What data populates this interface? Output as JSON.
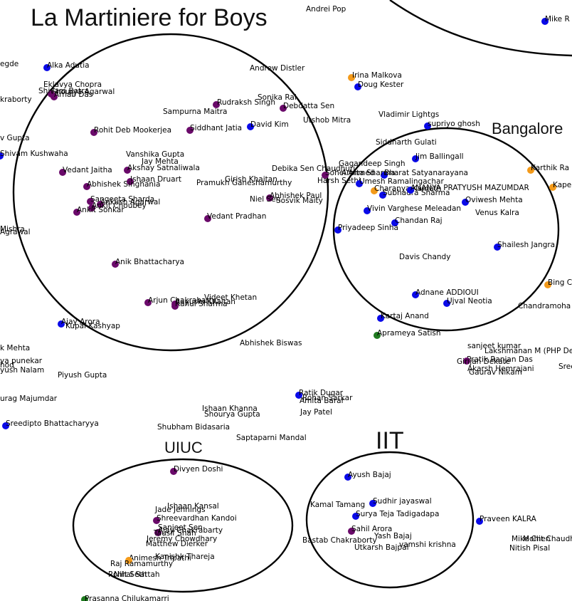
{
  "legend_colors": {
    "purple": "#6a0a6a",
    "blue": "#0a0ae8",
    "orange": "#f39a1a",
    "green": "#1f7a1f"
  },
  "groups": [
    {
      "id": "lamartiniere",
      "title": "La Martiniere for Boys"
    },
    {
      "id": "bangalore",
      "title": "Bangalore"
    },
    {
      "id": "iit",
      "title": "IIT"
    },
    {
      "id": "uiuc",
      "title": "UIUC"
    },
    {
      "id": "top-right",
      "title": ""
    }
  ],
  "people": [
    {
      "name": "Andrei Pop",
      "color": ""
    },
    {
      "name": "Mike R",
      "color": "blue"
    },
    {
      "name": "egde",
      "color": ""
    },
    {
      "name": "Alka Adutia",
      "color": "blue"
    },
    {
      "name": "Andrew Distler",
      "color": ""
    },
    {
      "name": "Irina Malkova",
      "color": "orange"
    },
    {
      "name": "Doug Kester",
      "color": "blue"
    },
    {
      "name": "Eklavya Chopra",
      "color": ""
    },
    {
      "name": "Shourya Agarwal",
      "color": "purple"
    },
    {
      "name": "Shivam Batra",
      "color": ""
    },
    {
      "name": "Arnab Das",
      "color": "purple"
    },
    {
      "name": "kraborty",
      "color": ""
    },
    {
      "name": "Sonika Rai",
      "color": ""
    },
    {
      "name": "Rudraksh Singh",
      "color": "purple"
    },
    {
      "name": "Debdatta Sen",
      "color": "purple"
    },
    {
      "name": "Sampurna Maitra",
      "color": ""
    },
    {
      "name": "Utshob Mitra",
      "color": ""
    },
    {
      "name": "Vladimir Lightgs",
      "color": ""
    },
    {
      "name": "David Kim",
      "color": "blue"
    },
    {
      "name": "Siddhant Jatia",
      "color": "purple"
    },
    {
      "name": "supriyo ghosh",
      "color": "blue"
    },
    {
      "name": "Rohit Deb Mookerjea",
      "color": "purple"
    },
    {
      "name": "v Gupta",
      "color": ""
    },
    {
      "name": "Siddharth Gulati",
      "color": ""
    },
    {
      "name": "Shivam Kushwaha",
      "color": "blue"
    },
    {
      "name": "Vanshika Gupta",
      "color": ""
    },
    {
      "name": "Jim Ballingall",
      "color": "blue"
    },
    {
      "name": "Jay Mehta",
      "color": ""
    },
    {
      "name": "Gagandeep Singh",
      "color": ""
    },
    {
      "name": "Karthik Ra",
      "color": "orange"
    },
    {
      "name": "Vedant Jaitha",
      "color": "purple"
    },
    {
      "name": "Akshay Satnaliwala",
      "color": "purple"
    },
    {
      "name": "Debika Sen Chaudhuri",
      "color": ""
    },
    {
      "name": "Sohel Ahmed",
      "color": "purple"
    },
    {
      "name": "Bharat Satyanarayana",
      "color": "blue"
    },
    {
      "name": "Arpita Sharma",
      "color": ""
    },
    {
      "name": "Ishaan Druart",
      "color": "purple"
    },
    {
      "name": "Girish Khaitan",
      "color": ""
    },
    {
      "name": "Harsh Sethi",
      "color": ""
    },
    {
      "name": "Abhishek Singhania",
      "color": "purple"
    },
    {
      "name": "Pramukh Ganeshamurthy",
      "color": ""
    },
    {
      "name": "Umesh Ramalingachar",
      "color": "blue"
    },
    {
      "name": "Kape",
      "color": "orange"
    },
    {
      "name": "Charanya Kamath",
      "color": "orange"
    },
    {
      "name": "Subhadra Sharma",
      "color": "blue"
    },
    {
      "name": "ANANYA PRATYUSH MAZUMDAR",
      "color": "blue"
    },
    {
      "name": "Sangeeta Sharda",
      "color": "purple"
    },
    {
      "name": "Abhishek Paul",
      "color": "purple"
    },
    {
      "name": "Ankush Agarwal",
      "color": "purple"
    },
    {
      "name": "Niel Sen",
      "color": ""
    },
    {
      "name": "Sosvik Maity",
      "color": ""
    },
    {
      "name": "Oviwesh Mehta",
      "color": "blue"
    },
    {
      "name": "Ankit Choubey",
      "color": "purple"
    },
    {
      "name": "Ankit Sonkar",
      "color": "purple"
    },
    {
      "name": "Vivin Varghese Meleadan",
      "color": "blue"
    },
    {
      "name": "Venus Kalra",
      "color": ""
    },
    {
      "name": "Vedant Pradhan",
      "color": "purple"
    },
    {
      "name": "Chandan Raj",
      "color": "blue"
    },
    {
      "name": "Mishra",
      "color": ""
    },
    {
      "name": "Agrawal",
      "color": ""
    },
    {
      "name": "Priyadeep Sinha",
      "color": "blue"
    },
    {
      "name": "Shailesh Jangra",
      "color": "blue"
    },
    {
      "name": "Davis Chandy",
      "color": ""
    },
    {
      "name": "Anik Bhattacharya",
      "color": "purple"
    },
    {
      "name": "Bing C",
      "color": "orange"
    },
    {
      "name": "Adnane ADDIOUI",
      "color": "blue"
    },
    {
      "name": "Videet Khetan",
      "color": ""
    },
    {
      "name": "Arjun Chakrabarty",
      "color": "purple"
    },
    {
      "name": "Aayushi Khaitan",
      "color": "purple"
    },
    {
      "name": "Rahul Sharma",
      "color": "purple"
    },
    {
      "name": "Ujval Neotia",
      "color": "blue"
    },
    {
      "name": "Chandramoha",
      "color": ""
    },
    {
      "name": "Ajay Arora",
      "color": "blue"
    },
    {
      "name": "Kupal Kashyap",
      "color": ""
    },
    {
      "name": "Kartaj Anand",
      "color": "blue"
    },
    {
      "name": "Aprameya Satish",
      "color": "green"
    },
    {
      "name": "Abhishek Biswas",
      "color": ""
    },
    {
      "name": "k Mehta",
      "color": ""
    },
    {
      "name": "sanjeet kumar",
      "color": ""
    },
    {
      "name": "Lakshmanan M (PHP De",
      "color": ""
    },
    {
      "name": "ya punekar",
      "color": ""
    },
    {
      "name": "hod",
      "color": ""
    },
    {
      "name": "Pratik Ranjan Das",
      "color": ""
    },
    {
      "name": "Girijan Dekate",
      "color": "purple"
    },
    {
      "name": "Sree",
      "color": ""
    },
    {
      "name": "yush Nalam",
      "color": ""
    },
    {
      "name": "Akarsh Hemrajani",
      "color": ""
    },
    {
      "name": "Gaurav Nikam",
      "color": ""
    },
    {
      "name": "Piyush Gupta",
      "color": ""
    },
    {
      "name": "Ratik Dugar",
      "color": "blue"
    },
    {
      "name": "Rohan Sarkar",
      "color": ""
    },
    {
      "name": "Amita Barar",
      "color": ""
    },
    {
      "name": "urag Majumdar",
      "color": ""
    },
    {
      "name": "Ishaan Khanna",
      "color": ""
    },
    {
      "name": "Shourya Gupta",
      "color": ""
    },
    {
      "name": "Jay Patel",
      "color": ""
    },
    {
      "name": "Sreedipto Bhattacharyya",
      "color": "blue"
    },
    {
      "name": "Shubham Bidasaria",
      "color": ""
    },
    {
      "name": "Saptaparni Mandal",
      "color": ""
    },
    {
      "name": "Divyen Doshi",
      "color": "purple"
    },
    {
      "name": "Ayush Bajaj",
      "color": "blue"
    },
    {
      "name": "Ishaan Kansal",
      "color": ""
    },
    {
      "name": "Jade Jennings",
      "color": ""
    },
    {
      "name": "Sudhir jayaswal",
      "color": "blue"
    },
    {
      "name": "Kamal Tamang",
      "color": ""
    },
    {
      "name": "Shreevardhan Kandoi",
      "color": "purple"
    },
    {
      "name": "Surya Teja Tadigadapa",
      "color": "blue"
    },
    {
      "name": "Praveen KALRA",
      "color": "blue"
    },
    {
      "name": "Sanjeet Sen",
      "color": ""
    },
    {
      "name": "Ajay Chakrabarty",
      "color": "purple"
    },
    {
      "name": "Sahil Arora",
      "color": "purple"
    },
    {
      "name": "Tausif Shah",
      "color": ""
    },
    {
      "name": "Jeremy Chowdhary",
      "color": ""
    },
    {
      "name": "Yash Bajaj",
      "color": ""
    },
    {
      "name": "Bastab Chakraborty",
      "color": ""
    },
    {
      "name": "Matthew Dierker",
      "color": ""
    },
    {
      "name": "Utkarsh Bajpai",
      "color": ""
    },
    {
      "name": "vamshi krishna",
      "color": ""
    },
    {
      "name": "Mike Chen",
      "color": ""
    },
    {
      "name": "Mohit Chaudhary",
      "color": ""
    },
    {
      "name": "Nitish Pisal",
      "color": ""
    },
    {
      "name": "Kanishk Thareja",
      "color": ""
    },
    {
      "name": "Animesh Tripathi",
      "color": ""
    },
    {
      "name": "Raj Ramamurthy",
      "color": "orange"
    },
    {
      "name": "Rohit Seth",
      "color": ""
    },
    {
      "name": "Nihal Sattah",
      "color": ""
    },
    {
      "name": "Prasanna Chilukamarri",
      "color": "green"
    }
  ]
}
